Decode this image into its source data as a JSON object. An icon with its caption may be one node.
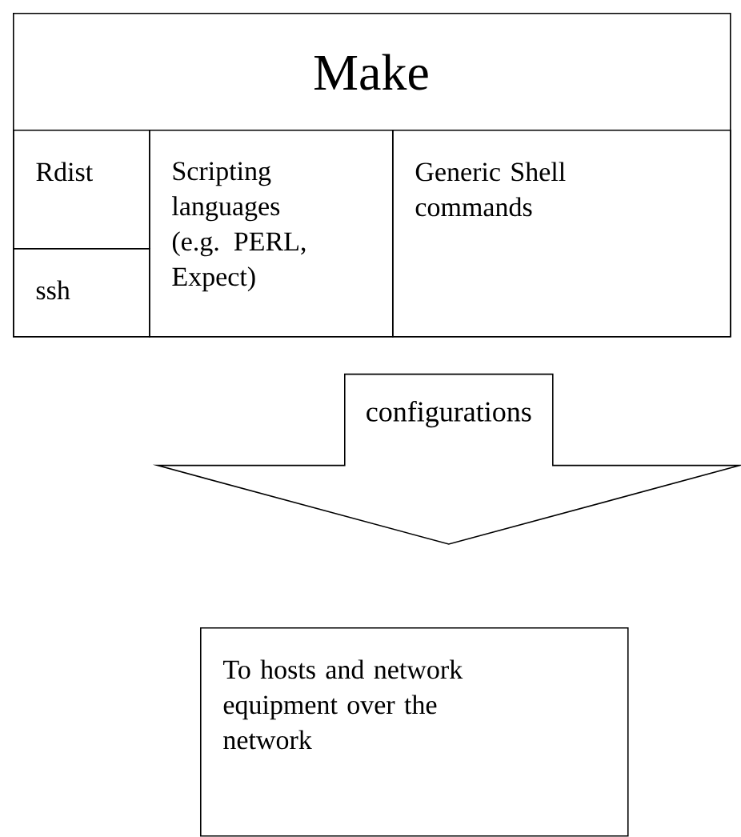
{
  "diagram": {
    "nodes": [
      {
        "text": [
          "Make"
        ]
      },
      {
        "text": [
          "Rdist"
        ],
        "in": 0
      },
      {
        "text": [
          "ssh"
        ],
        "in": 0
      },
      {
        "text": [
          "Scripting languages (e.g. PERL, Expect)"
        ],
        "in": 0
      },
      {
        "text": [
          "Generic Shell commands"
        ],
        "in": 0
      },
      {
        "text": [
          "To hosts and network equipment over the network"
        ]
      }
    ],
    "edges": [
      {
        "from": 0,
        "to": 5,
        "arrow": "to",
        "label": "configurations"
      }
    ]
  }
}
